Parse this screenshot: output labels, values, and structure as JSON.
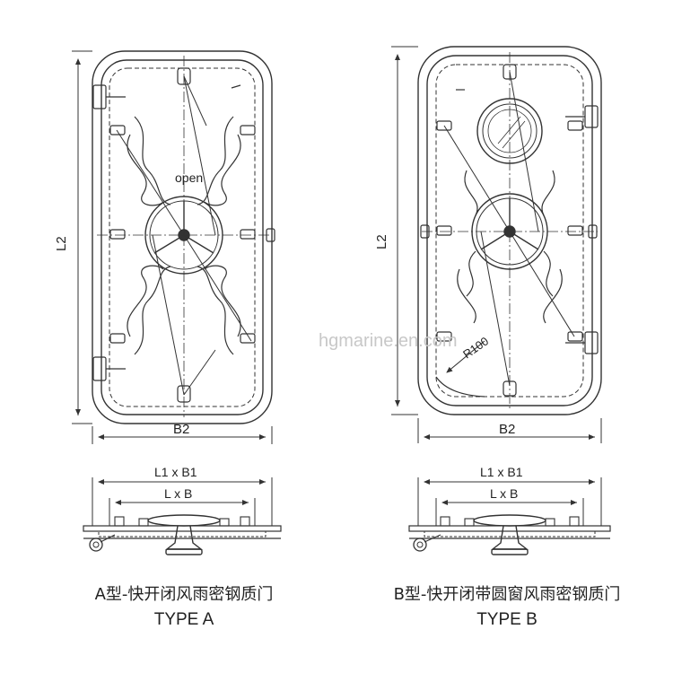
{
  "watermark": "hgmarine.en.com",
  "door_a": {
    "label_height": "L2",
    "label_width": "B2",
    "open_label": "open",
    "section_top": "L1 x B1",
    "section_inner": "L x B",
    "caption_cn": "A型-快开闭风雨密钢质门",
    "caption_en": "TYPE A"
  },
  "door_b": {
    "label_height": "L2",
    "label_width": "B2",
    "radius_label": "R100",
    "section_top": "L1 x B1",
    "section_inner": "L x B",
    "caption_cn": "B型-快开闭带圆窗风雨密钢质门",
    "caption_en": "TYPE B"
  },
  "colors": {
    "line": "#333333",
    "light_line": "#666666",
    "watermark": "#c8c8c8"
  }
}
